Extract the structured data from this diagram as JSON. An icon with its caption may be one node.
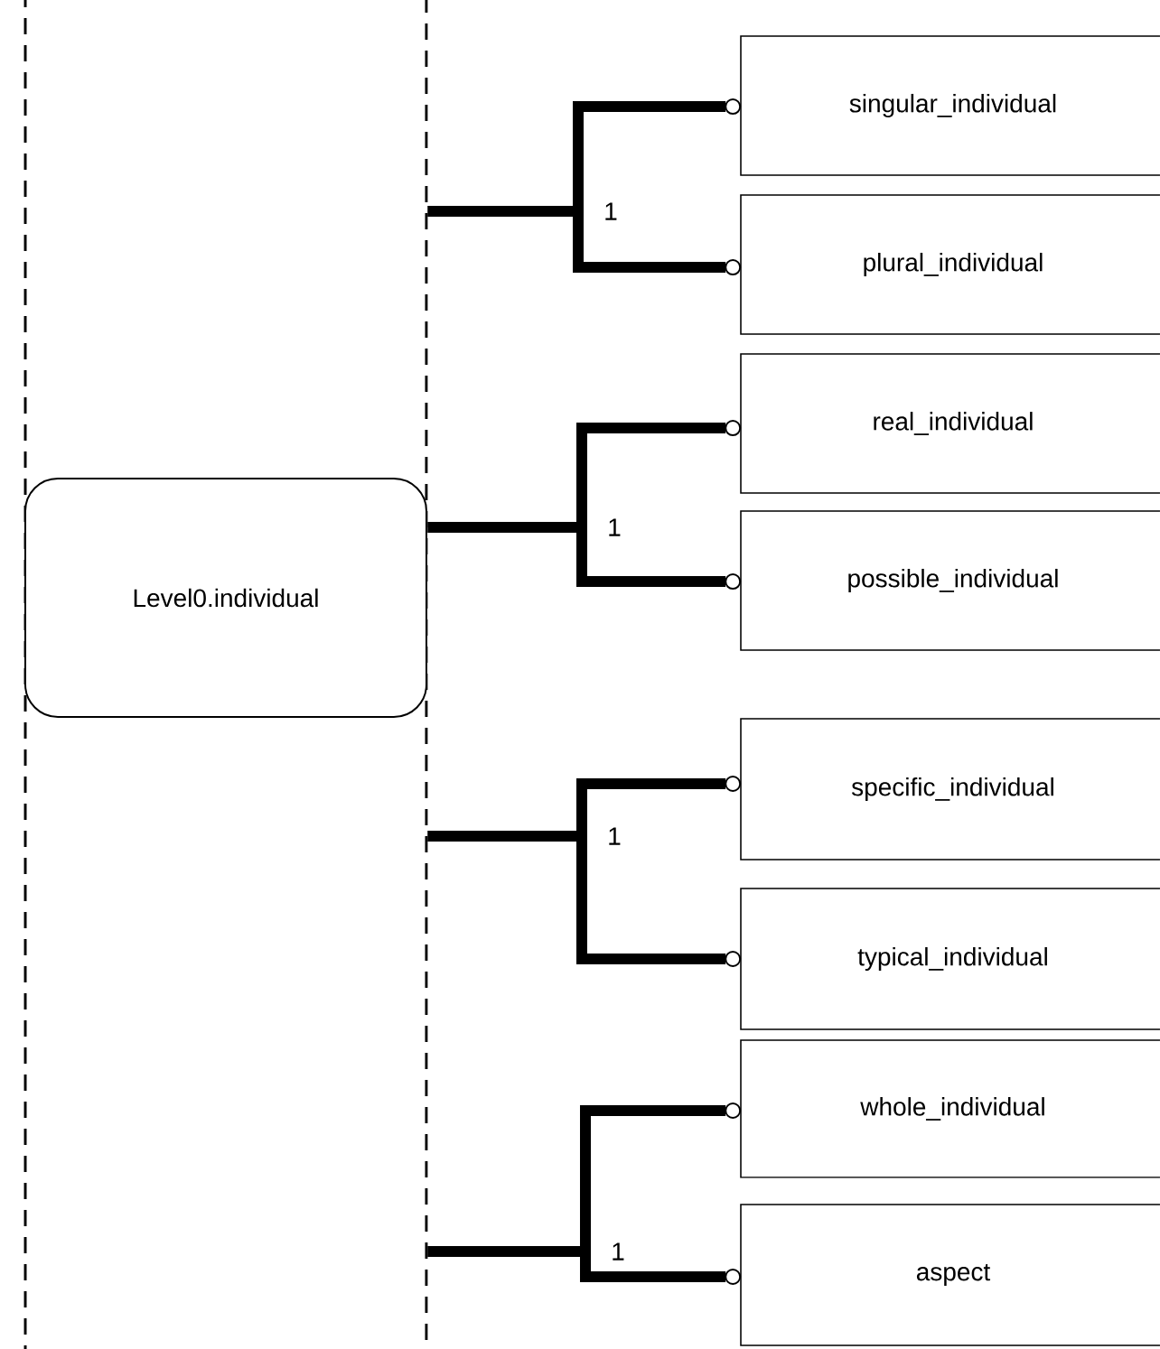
{
  "diagram": {
    "nodes": [
      {
        "text": [],
        "shape": "box"
      },
      {
        "text": [
          "Level0.individual"
        ],
        "in": 0
      },
      {
        "text": [
          "singular_individual"
        ]
      },
      {
        "text": [
          "plural_individual"
        ]
      },
      {
        "text": [
          "real_individual"
        ]
      },
      {
        "text": [
          "possible_individual"
        ]
      },
      {
        "text": [
          "specific_individual"
        ]
      },
      {
        "text": [
          "typical_individual"
        ]
      },
      {
        "text": [
          "whole_individual"
        ]
      },
      {
        "text": [
          "aspect"
        ]
      }
    ],
    "edges": [
      {
        "from": 0,
        "to": 2,
        "arrow": "other",
        "label": "1"
      },
      {
        "from": 0,
        "to": 3,
        "arrow": "other"
      },
      {
        "from": 0,
        "to": 4,
        "arrow": "other",
        "label": "1"
      },
      {
        "from": 0,
        "to": 5,
        "arrow": "other"
      },
      {
        "from": 0,
        "to": 6,
        "arrow": "other",
        "label": "1"
      },
      {
        "from": 0,
        "to": 7,
        "arrow": "other"
      },
      {
        "from": 0,
        "to": 8,
        "arrow": "other",
        "label": "1"
      },
      {
        "from": 0,
        "to": 9,
        "arrow": "other"
      }
    ]
  }
}
